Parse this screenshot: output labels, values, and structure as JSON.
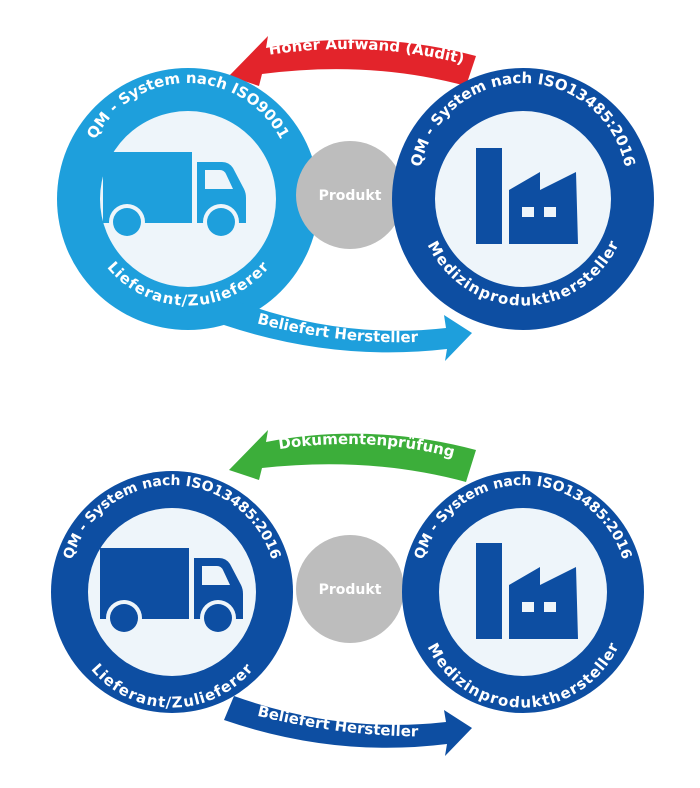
{
  "colors": {
    "light_blue": "#1e9fdc",
    "dark_blue": "#0d4ea2",
    "red": "#e3242b",
    "green": "#3cae3a",
    "grey": "#bdbdbd",
    "inner": "#eef5fa"
  },
  "icons": {
    "supplier": "truck-icon",
    "manufacturer": "factory-icon"
  },
  "diagrams": [
    {
      "top_arrow_label": "Hoher Aufwand (Audit)",
      "bottom_arrow_label": "Beliefert Hersteller",
      "center_label": "Produkt",
      "left": {
        "top_text": "QM - System nach ISO9001",
        "bottom_text": "Lieferant/Zulieferer"
      },
      "right": {
        "top_text": "QM - System nach ISO13485:2016",
        "bottom_text": "Medizinprodukthersteller"
      }
    },
    {
      "top_arrow_label": "Dokumentenprüfung",
      "bottom_arrow_label": "Beliefert Hersteller",
      "center_label": "Produkt",
      "left": {
        "top_text": "QM - System nach ISO13485:2016",
        "bottom_text": "Lieferant/Zulieferer"
      },
      "right": {
        "top_text": "QM - System nach ISO13485:2016",
        "bottom_text": "Medizinprodukthersteller"
      }
    }
  ]
}
